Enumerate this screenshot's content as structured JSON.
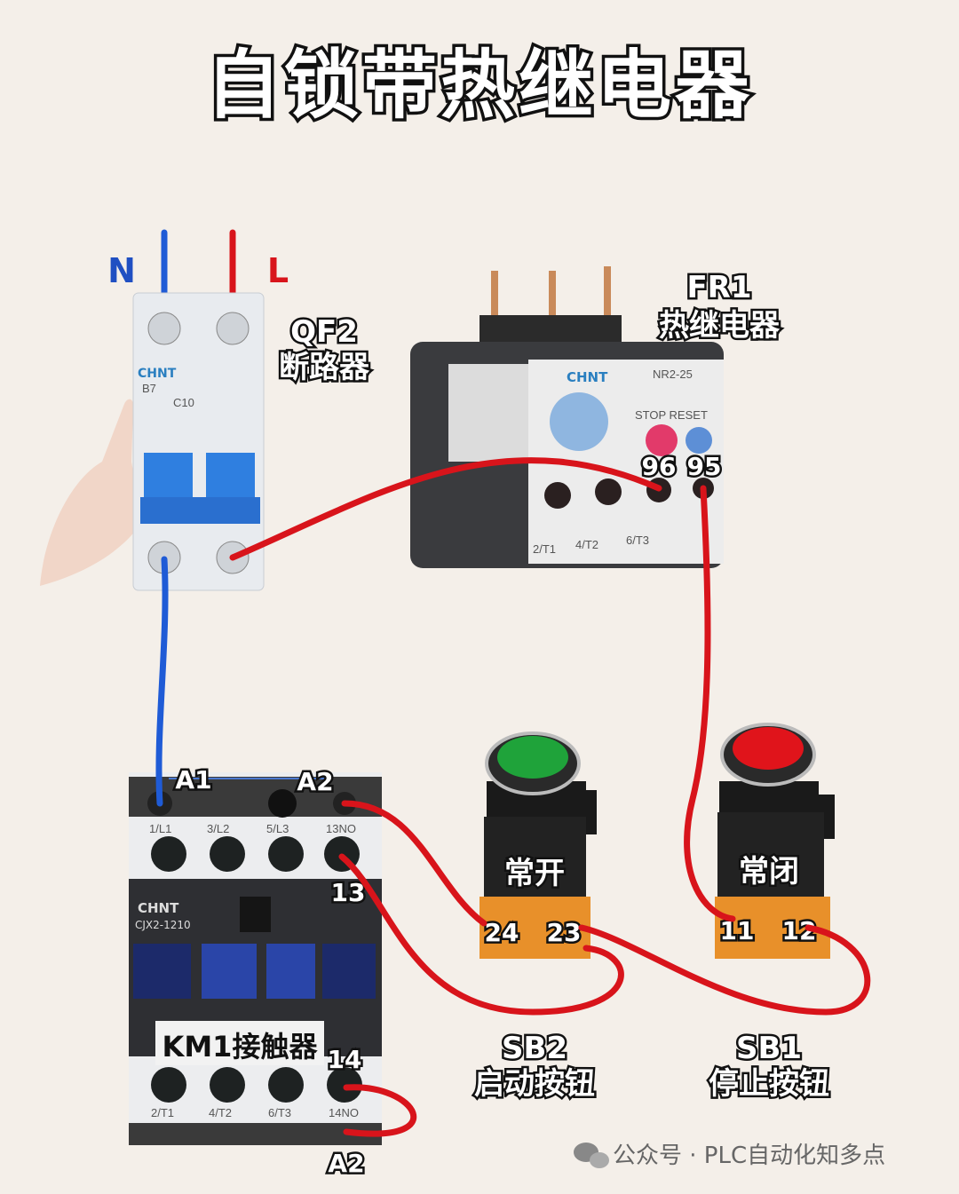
{
  "title": "自锁带热继电器",
  "supply": {
    "neutral": "N",
    "live": "L"
  },
  "breaker": {
    "name": "QF2",
    "desc": "断路器",
    "brand": "CHNT",
    "model": "C10",
    "series": "B7"
  },
  "relay": {
    "name": "FR1",
    "desc": "热继电器",
    "brand": "CHNT",
    "model": "NR2-25",
    "buttons": "STOP RESET",
    "terminal_96": "96",
    "terminal_95": "95",
    "terms": [
      "2/T1",
      "4/T2",
      "6/T3"
    ]
  },
  "contactor": {
    "name": "KM1接触器",
    "brand": "CHNT",
    "model": "CJX2-1210",
    "a1": "A1",
    "a2": "A2",
    "a2_bottom": "A2",
    "t13": "13",
    "t14": "14",
    "top_terms": [
      "1/L1",
      "3/L2",
      "5/L3",
      "13NO"
    ],
    "bottom_terms": [
      "2/T1",
      "4/T2",
      "6/T3",
      "14NO"
    ]
  },
  "sb2": {
    "name": "SB2",
    "desc": "启动按钮",
    "tag": "常开",
    "t24": "24",
    "t23": "23",
    "color": "#1fa33a"
  },
  "sb1": {
    "name": "SB1",
    "desc": "停止按钮",
    "tag": "常闭",
    "t11": "11",
    "t12": "12",
    "color": "#e0141b"
  },
  "watermark": "公众号 · PLC自动化知多点"
}
